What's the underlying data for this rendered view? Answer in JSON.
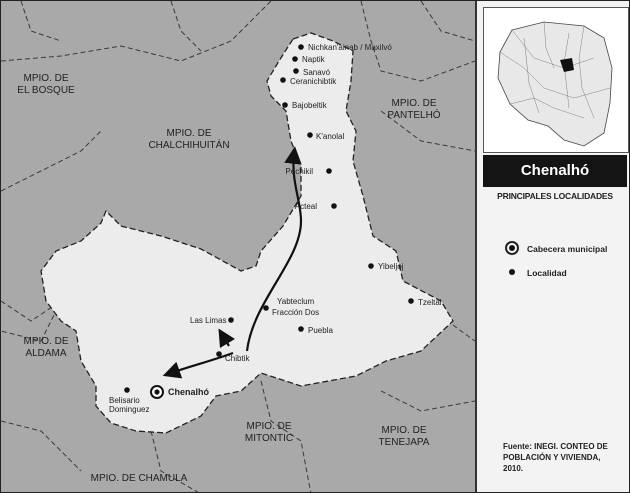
{
  "map": {
    "municipalities": [
      {
        "id": "mpio-el-bosque",
        "lines": [
          "MPIO. DE",
          "EL BOSQUE"
        ]
      },
      {
        "id": "mpio-chalchihuitan",
        "lines": [
          "MPIO. DE",
          "CHALCHIHUITÁN"
        ]
      },
      {
        "id": "mpio-pantelho",
        "lines": [
          "MPIO. DE",
          "PANTELHÓ"
        ]
      },
      {
        "id": "mpio-aldama",
        "lines": [
          "MPIO. DE",
          "ALDAMA"
        ]
      },
      {
        "id": "mpio-mitontic",
        "lines": [
          "MPIO. DE",
          "MITONTIC"
        ]
      },
      {
        "id": "mpio-tenejapa",
        "lines": [
          "MPIO. DE",
          "TENEJAPA"
        ]
      },
      {
        "id": "mpio-chamula",
        "lines": [
          "MPIO. DE CHAMULA"
        ]
      }
    ],
    "localities": [
      {
        "id": "nichkanivinab",
        "label": "Nichkan'ainab / Maxilvó"
      },
      {
        "id": "naptik",
        "label": "Naptik"
      },
      {
        "id": "sanavo",
        "label": "Sanavó"
      },
      {
        "id": "ceranichibtik",
        "label": "Ceranichibtik"
      },
      {
        "id": "bajobeltik",
        "label": "Bajobeltik"
      },
      {
        "id": "kanolal",
        "label": "K'anolal"
      },
      {
        "id": "pechikil",
        "label": "Pechikil"
      },
      {
        "id": "acteal",
        "label": "Acteal"
      },
      {
        "id": "yibeljoj",
        "label": "Yibeljoj"
      },
      {
        "id": "tzeltal",
        "label": "Tzeltal"
      },
      {
        "id": "yabteclum",
        "label": "Yabteclum"
      },
      {
        "id": "fraccion-dos",
        "label": "Fracción Dos"
      },
      {
        "id": "las-limas",
        "label": "Las Limas"
      },
      {
        "id": "puebla",
        "label": "Puebla"
      },
      {
        "id": "chibtik",
        "label": "Chibtik"
      },
      {
        "id": "belisario-dominguez",
        "label": "Belisario",
        "label2": "Dominguez"
      }
    ],
    "head_town": {
      "id": "chenalho",
      "label": "Chenalhó"
    },
    "colors": {
      "municipio_fill": "#ececec",
      "border": "#222222",
      "background": "#a9a9a9"
    }
  },
  "panel": {
    "title": "Chenalhó",
    "subtitle": "PRINCIPALES LOCALIDADES",
    "legend": {
      "head_label": "Cabecera municipal",
      "locality_label": "Localidad"
    },
    "source_lines": [
      "Fuente: INEGI. CONTEO DE",
      "POBLACIÓN Y VIVIENDA,",
      "2010."
    ]
  }
}
